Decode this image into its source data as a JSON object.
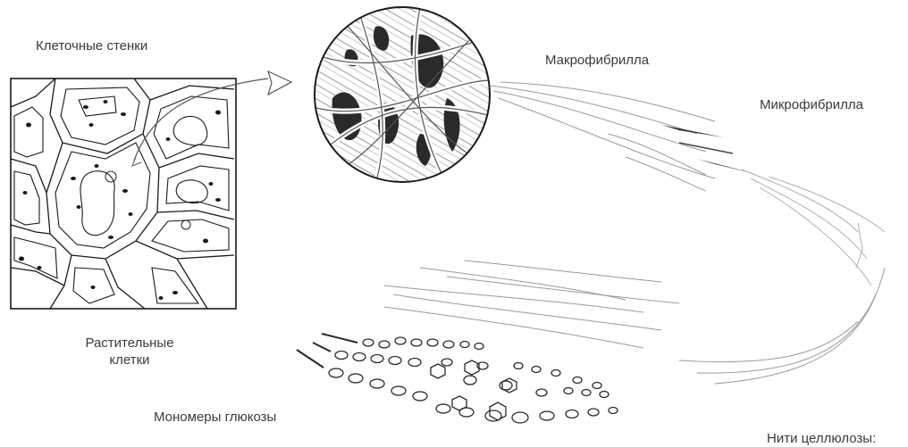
{
  "labels": {
    "cell_walls": "Клеточные стенки",
    "plant_cells_line1": "Растительные",
    "plant_cells_line2": "клетки",
    "macrofibril": "Макрофибрилла",
    "microfibril": "Микрофибрилла",
    "glucose_monomers": "Мономеры глюкозы",
    "cellulose_threads": "Нити целлюлозы:"
  },
  "colors": {
    "ink": "#1a1a1a",
    "text": "#3a3a3a",
    "fibre_light": "#9a9a9a",
    "background": "#ffffff"
  }
}
